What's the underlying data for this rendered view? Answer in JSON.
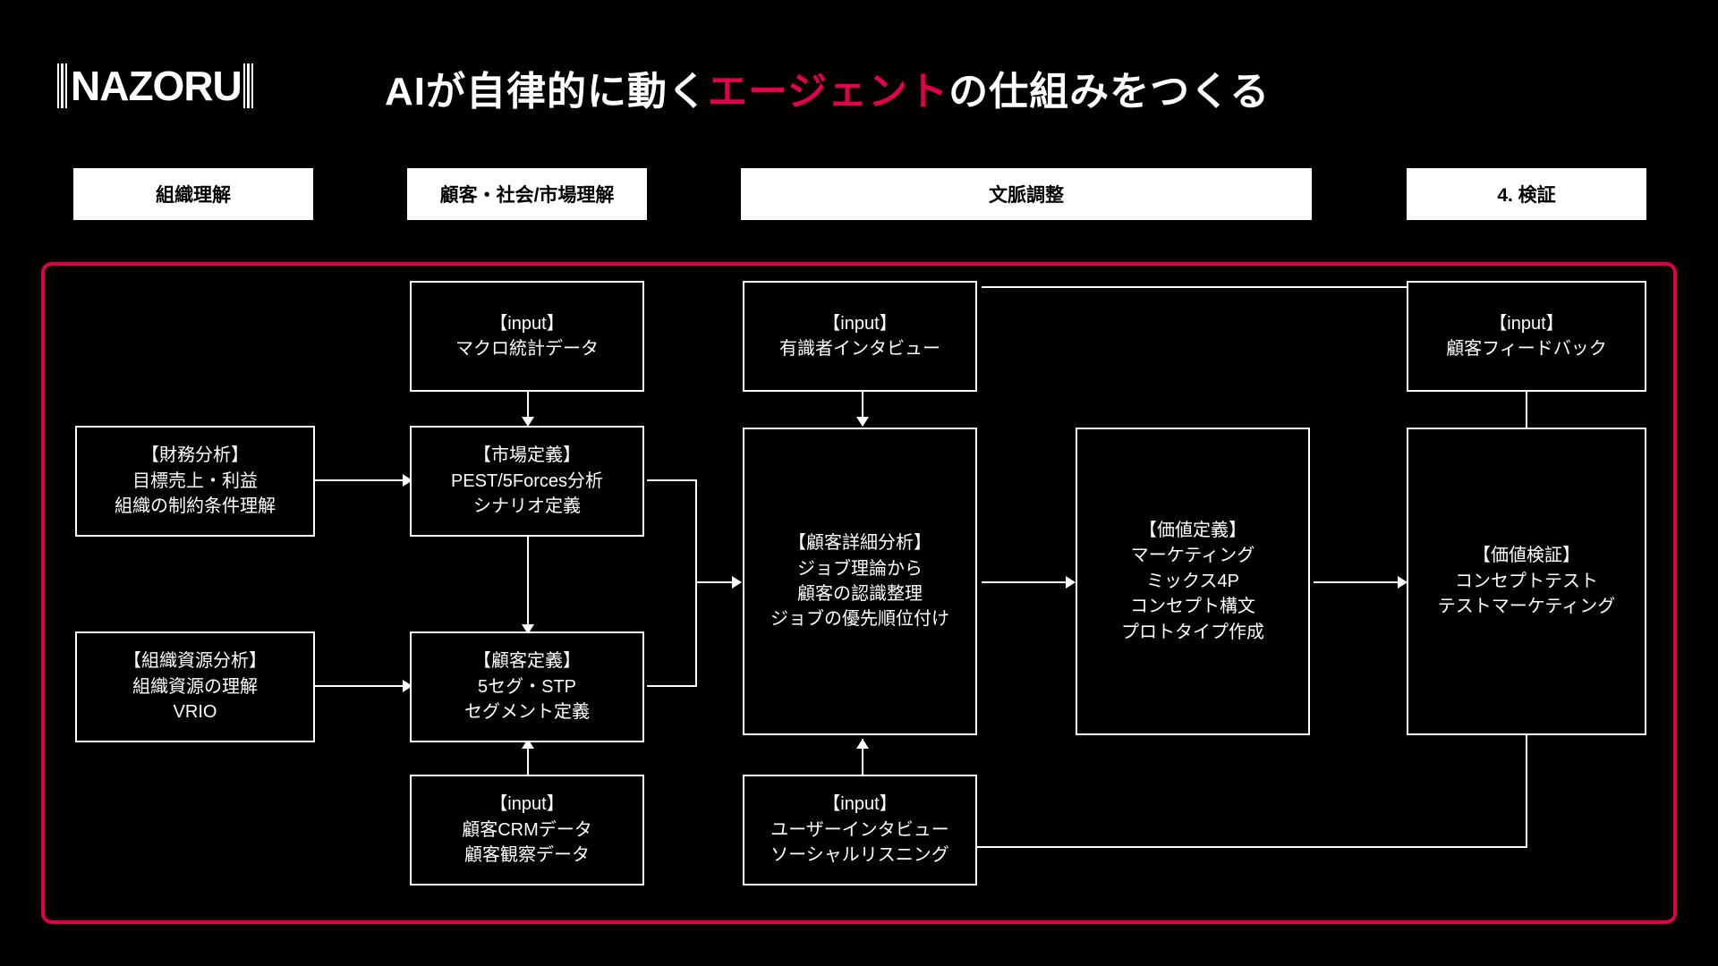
{
  "brand": {
    "name": "NAZORU"
  },
  "headline": {
    "part1": "AIが自律的に動く",
    "accent": "エージェント",
    "part2": "の仕組みをつくる"
  },
  "colors": {
    "background": "#000000",
    "accent": "#E0004D",
    "node_border": "#FFFFFF",
    "chip_background": "#FFFFFF",
    "chip_text": "#000000"
  },
  "stage_headers": [
    {
      "label": "組織理解"
    },
    {
      "label": "顧客・社会/市場理解"
    },
    {
      "label": "文脈調整"
    },
    {
      "label": "4. 検証"
    }
  ],
  "nodes": {
    "macro_input": {
      "l1": "【input】",
      "l2": "マクロ統計データ"
    },
    "expert_input": {
      "l1": "【input】",
      "l2": "有識者インタビュー"
    },
    "feedback_input": {
      "l1": "【input】",
      "l2": "顧客フィードバック"
    },
    "finance": {
      "l1": "【財務分析】",
      "l2": "目標売上・利益",
      "l3": "組織の制約条件理解"
    },
    "market": {
      "l1": "【市場定義】",
      "l2": "PEST/5Forces分析",
      "l3": "シナリオ定義"
    },
    "org_res": {
      "l1": "【組織資源分析】",
      "l2": "組織資源の理解",
      "l3": "VRIO"
    },
    "customer_def": {
      "l1": "【顧客定義】",
      "l2": "5セグ・STP",
      "l3": "セグメント定義"
    },
    "customer_detail": {
      "l1": "【顧客詳細分析】",
      "l2": "ジョブ理論から",
      "l3": "顧客の認識整理",
      "l4": "ジョブの優先順位付け"
    },
    "value_def": {
      "l1": "【価値定義】",
      "l2": "マーケティング",
      "l3": "ミックス4P",
      "l4": "コンセプト構文",
      "l5": "プロトタイプ作成"
    },
    "value_test": {
      "l1": "【価値検証】",
      "l2": "コンセプトテスト",
      "l3": "テストマーケティング"
    },
    "crm_input": {
      "l1": "【input】",
      "l2": "顧客CRMデータ",
      "l3": "顧客観察データ"
    },
    "user_input": {
      "l1": "【input】",
      "l2": "ユーザーインタビュー",
      "l3": "ソーシャルリスニング"
    }
  }
}
